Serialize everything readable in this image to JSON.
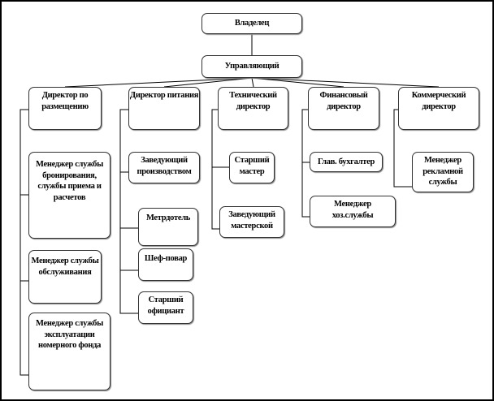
{
  "owner": "Владелец",
  "manager": "Управляющий",
  "directors": [
    "Директор по размещению",
    "Директор питания",
    "Технический директор",
    "Финансовый директор",
    "Коммерческий директор"
  ],
  "col1": [
    "Менеджер службы бронирования, службы приема и расчетов",
    "Менеджер службы обслуживания",
    "Менеджер службы эксплуатации номерного фонда"
  ],
  "col2": [
    "Заведующий производством",
    "Метрдотель",
    "Шеф-повар",
    "Старший официант"
  ],
  "col3": [
    "Старший мастер",
    "Заведующий мастерской"
  ],
  "col4": [
    "Глав. бухгалтер",
    "Менеджер хоз.службы"
  ],
  "col5": [
    "Менеджер рекламной службы"
  ]
}
